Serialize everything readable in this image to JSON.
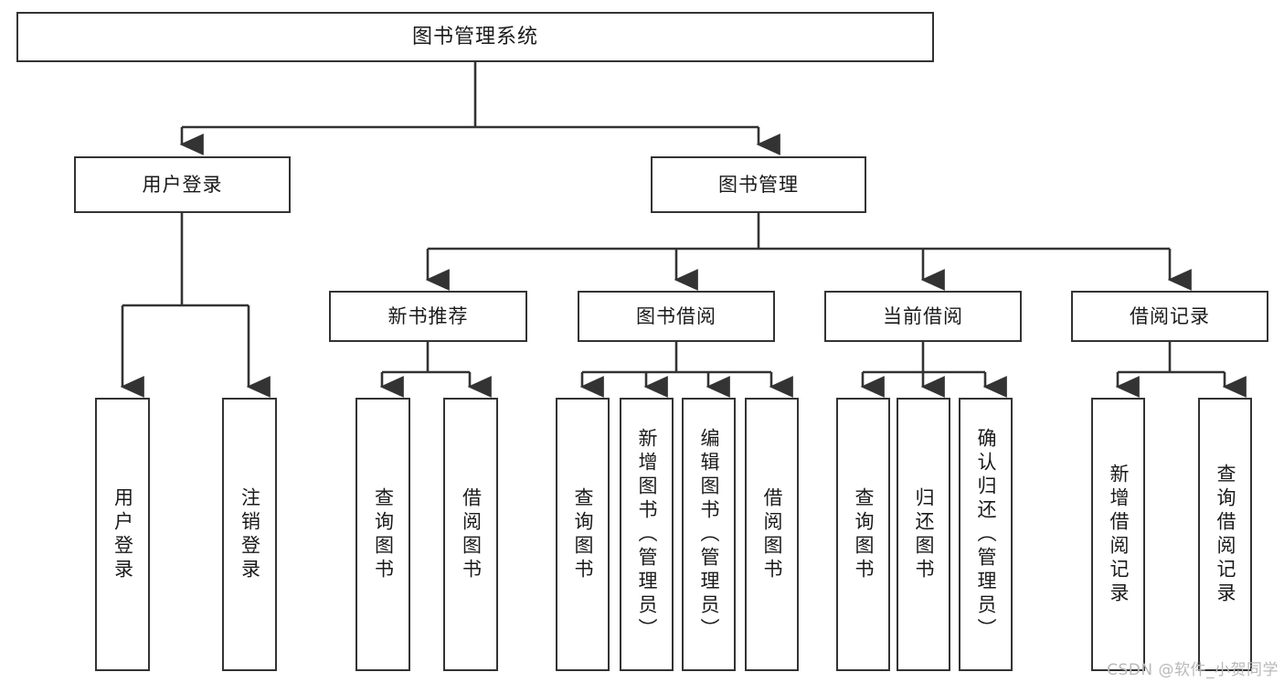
{
  "diagram": {
    "type": "tree-hierarchy-chart",
    "title": "图书管理系统",
    "watermark": "CSDN @软件_小贺同学",
    "colors": {
      "stroke": "#333333",
      "fill": "#ffffff",
      "text": "#1a1a1a",
      "watermark": "#b9b9b9"
    },
    "root": {
      "label": "图书管理系统"
    },
    "level2": [
      {
        "label": "用户登录"
      },
      {
        "label": "图书管理"
      }
    ],
    "level3": [
      {
        "label": "新书推荐"
      },
      {
        "label": "图书借阅"
      },
      {
        "label": "当前借阅"
      },
      {
        "label": "借阅记录"
      }
    ],
    "leaves": {
      "user_login": [
        {
          "label": "用户登录"
        },
        {
          "label": "注销登录"
        }
      ],
      "new_book_recommend": [
        {
          "label": "查询图书"
        },
        {
          "label": "借阅图书"
        }
      ],
      "book_borrow": [
        {
          "label": "查询图书"
        },
        {
          "label": "新增图书（管理员）"
        },
        {
          "label": "编辑图书（管理员）"
        },
        {
          "label": "借阅图书"
        }
      ],
      "current_borrow": [
        {
          "label": "查询图书"
        },
        {
          "label": "归还图书"
        },
        {
          "label": "确认归还（管理员）"
        }
      ],
      "borrow_record": [
        {
          "label": "新增借阅记录"
        },
        {
          "label": "查询借阅记录"
        }
      ]
    }
  }
}
